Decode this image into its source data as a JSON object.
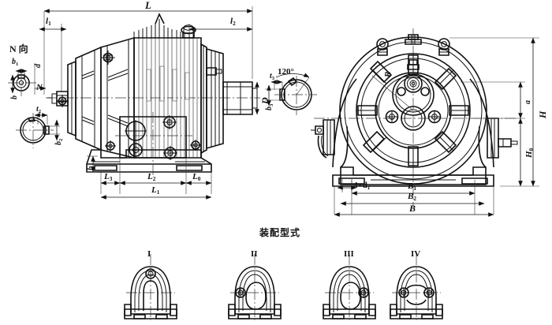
{
  "drawing": {
    "title_cn": "装配型式",
    "title_meaning": "Assembly Types",
    "view_note": "N 向"
  },
  "main_view_dimensions": {
    "overall_length": "L",
    "input_end_length": "l",
    "input_end_sub": "1",
    "output_shaft_length": "l",
    "output_shaft_sub": "2",
    "base_length_total": "L",
    "base_length_total_sub": "1",
    "base_length_mid": "L",
    "base_length_mid_sub": "2",
    "base_length_left": "L",
    "base_length_left_sub": "3",
    "base_length_right": "L",
    "base_length_right_sub": "0",
    "foot_thickness": "h",
    "output_shaft_dia": "D",
    "shaft_height_offset": "a"
  },
  "end_view_dimensions": {
    "radius": "R",
    "total_height": "H",
    "centre_height": "H",
    "centre_height_sub": "0",
    "offset": "a",
    "overall_width": "B",
    "bolt_span_inner": "B",
    "bolt_span_inner_sub": "1",
    "bolt_span_outer": "B",
    "bolt_span_outer_sub": "2",
    "hole_callout": "4×d",
    "hole_callout_sub": "1"
  },
  "detail_views": [
    {
      "name": "n-direction-keyway-detail",
      "label": "N 向",
      "dims": [
        {
          "base": "b",
          "sub": "1"
        },
        {
          "base": "b",
          "sub": ""
        },
        {
          "base": "d",
          "sub": ""
        },
        {
          "base": "N",
          "sub": ""
        }
      ]
    },
    {
      "name": "input-shaft-section-detail",
      "label": "",
      "dims": [
        {
          "base": "t",
          "sub": "2"
        },
        {
          "base": "b",
          "sub": "2"
        }
      ]
    },
    {
      "name": "output-shaft-section-detail",
      "label": "120°",
      "dims": [
        {
          "base": "t",
          "sub": "3"
        },
        {
          "base": "b",
          "sub": "3"
        }
      ]
    }
  ],
  "assembly_types": [
    {
      "label": "I",
      "name": "assembly-type-i"
    },
    {
      "label": "II",
      "name": "assembly-type-ii"
    },
    {
      "label": "III",
      "name": "assembly-type-iii"
    },
    {
      "label": "IV",
      "name": "assembly-type-iv"
    }
  ],
  "colors": {
    "line": "#111111",
    "thin": "#333333",
    "background": "#ffffff"
  }
}
